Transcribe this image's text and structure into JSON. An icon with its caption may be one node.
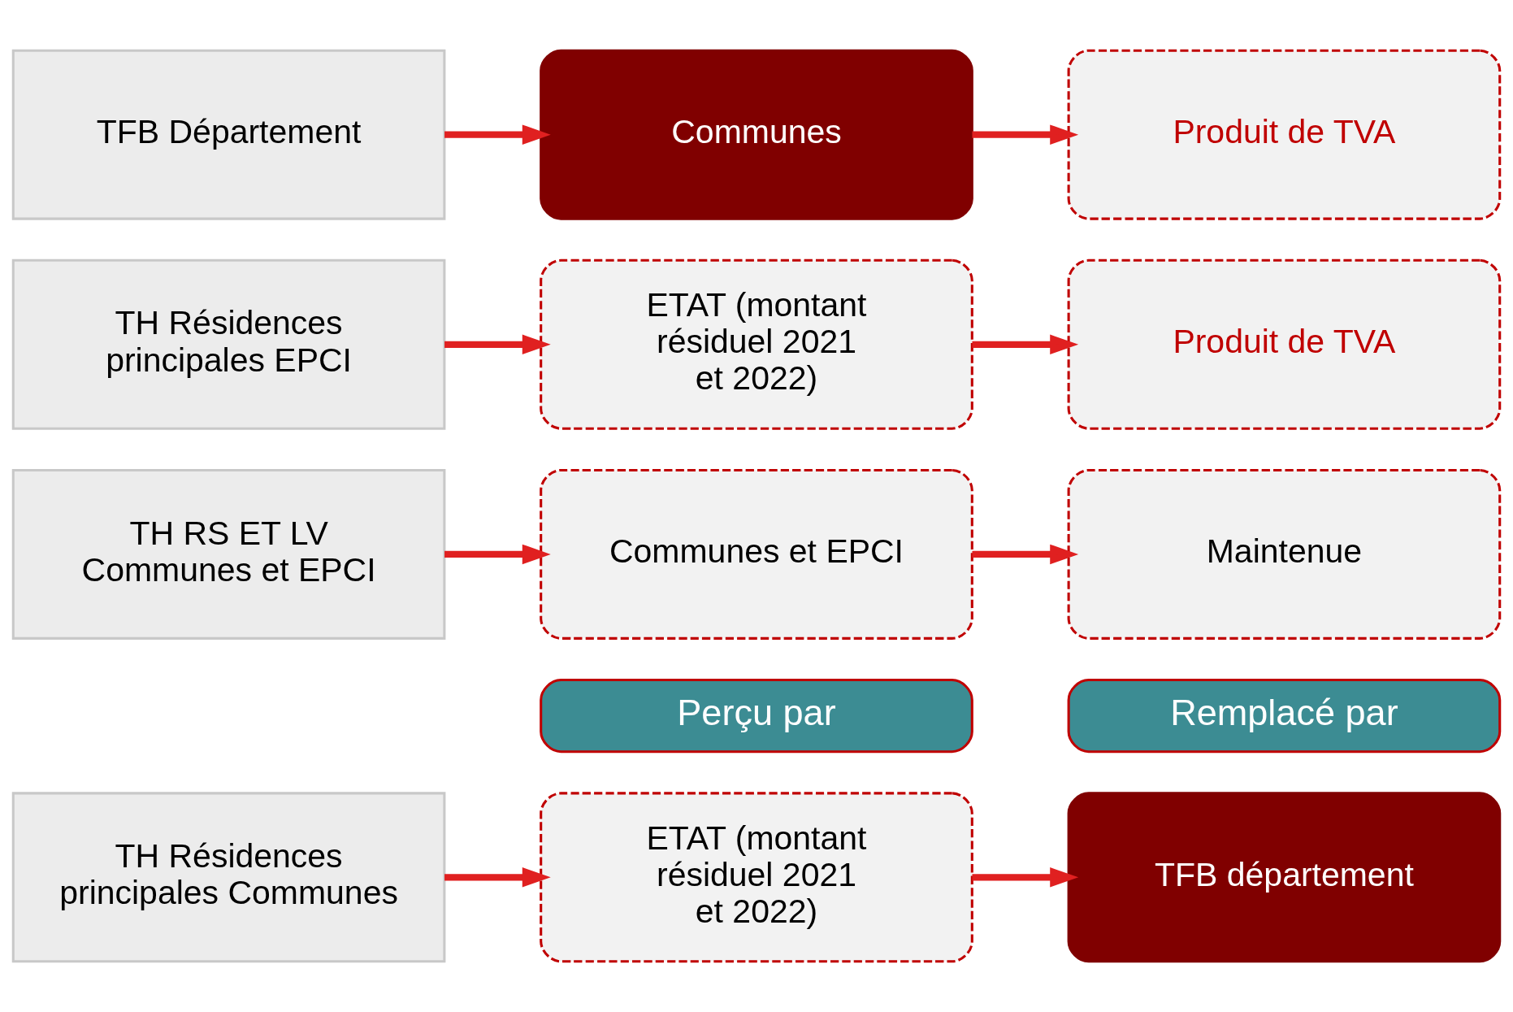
{
  "diagram": {
    "nodes": [
      {
        "text": [
          "Perçu par"
        ]
      },
      {
        "text": [
          "Remplacé par"
        ]
      },
      {
        "text": [
          "TH Résidences principales Communes"
        ]
      },
      {
        "text": [
          "ETAT (montant résiduel 2021 et 2022)"
        ]
      },
      {
        "text": [
          "TFB département"
        ]
      },
      {
        "text": [
          "TH RS ET LV Communes et EPCI"
        ]
      },
      {
        "text": [
          "Communes et EPCI"
        ]
      },
      {
        "text": [
          "Maintenue"
        ]
      },
      {
        "text": [
          "TH Résidences principales EPCI"
        ]
      },
      {
        "text": [
          "ETAT (montant résiduel 2021 et 2022)"
        ]
      },
      {
        "text": [
          "Produit de TVA"
        ]
      },
      {
        "text": [
          "TFB Département"
        ]
      },
      {
        "text": [
          "Communes"
        ]
      },
      {
        "text": [
          "Produit de TVA"
        ]
      }
    ],
    "edges": [
      {
        "from": 2,
        "to": 3,
        "arrow": "to"
      },
      {
        "from": 3,
        "to": 4,
        "arrow": "to"
      },
      {
        "from": 5,
        "to": 6,
        "arrow": "to"
      },
      {
        "from": 6,
        "to": 7,
        "arrow": "to"
      },
      {
        "from": 8,
        "to": 9,
        "arrow": "to"
      },
      {
        "from": 9,
        "to": 10,
        "arrow": "to"
      },
      {
        "from": 11,
        "to": 12,
        "arrow": "to"
      },
      {
        "from": 12,
        "to": 13,
        "arrow": "to"
      }
    ]
  }
}
